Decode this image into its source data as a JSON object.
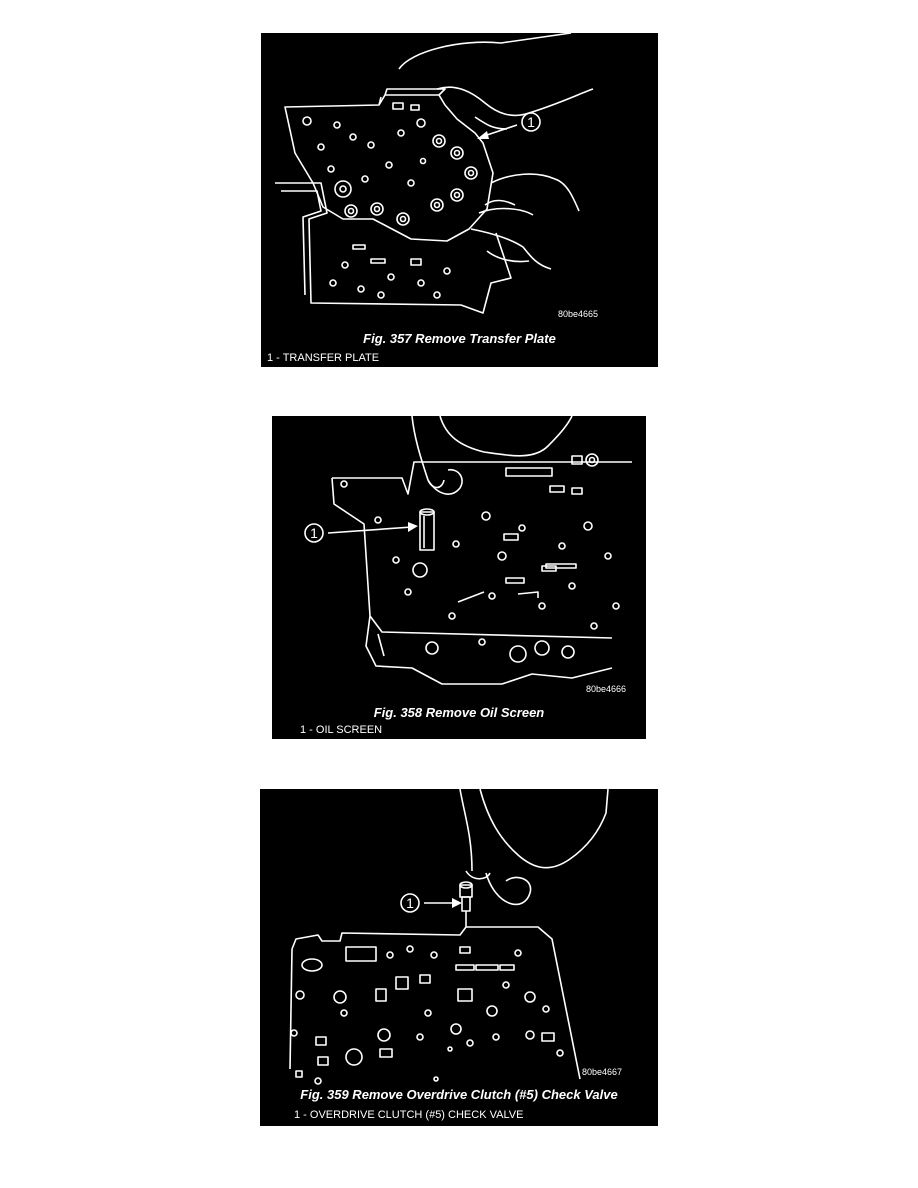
{
  "figures": [
    {
      "code": "80be4665",
      "caption": "Fig. 357 Remove Transfer Plate",
      "legend": "1 - TRANSFER PLATE",
      "callout": "1"
    },
    {
      "code": "80be4666",
      "caption": "Fig. 358 Remove Oil Screen",
      "legend": "1 - OIL SCREEN",
      "callout": "1"
    },
    {
      "code": "80be4667",
      "caption": "Fig. 359 Remove Overdrive Clutch (#5) Check Valve",
      "legend": "1 - OVERDRIVE CLUTCH (#5) CHECK VALVE",
      "callout": "1"
    }
  ]
}
